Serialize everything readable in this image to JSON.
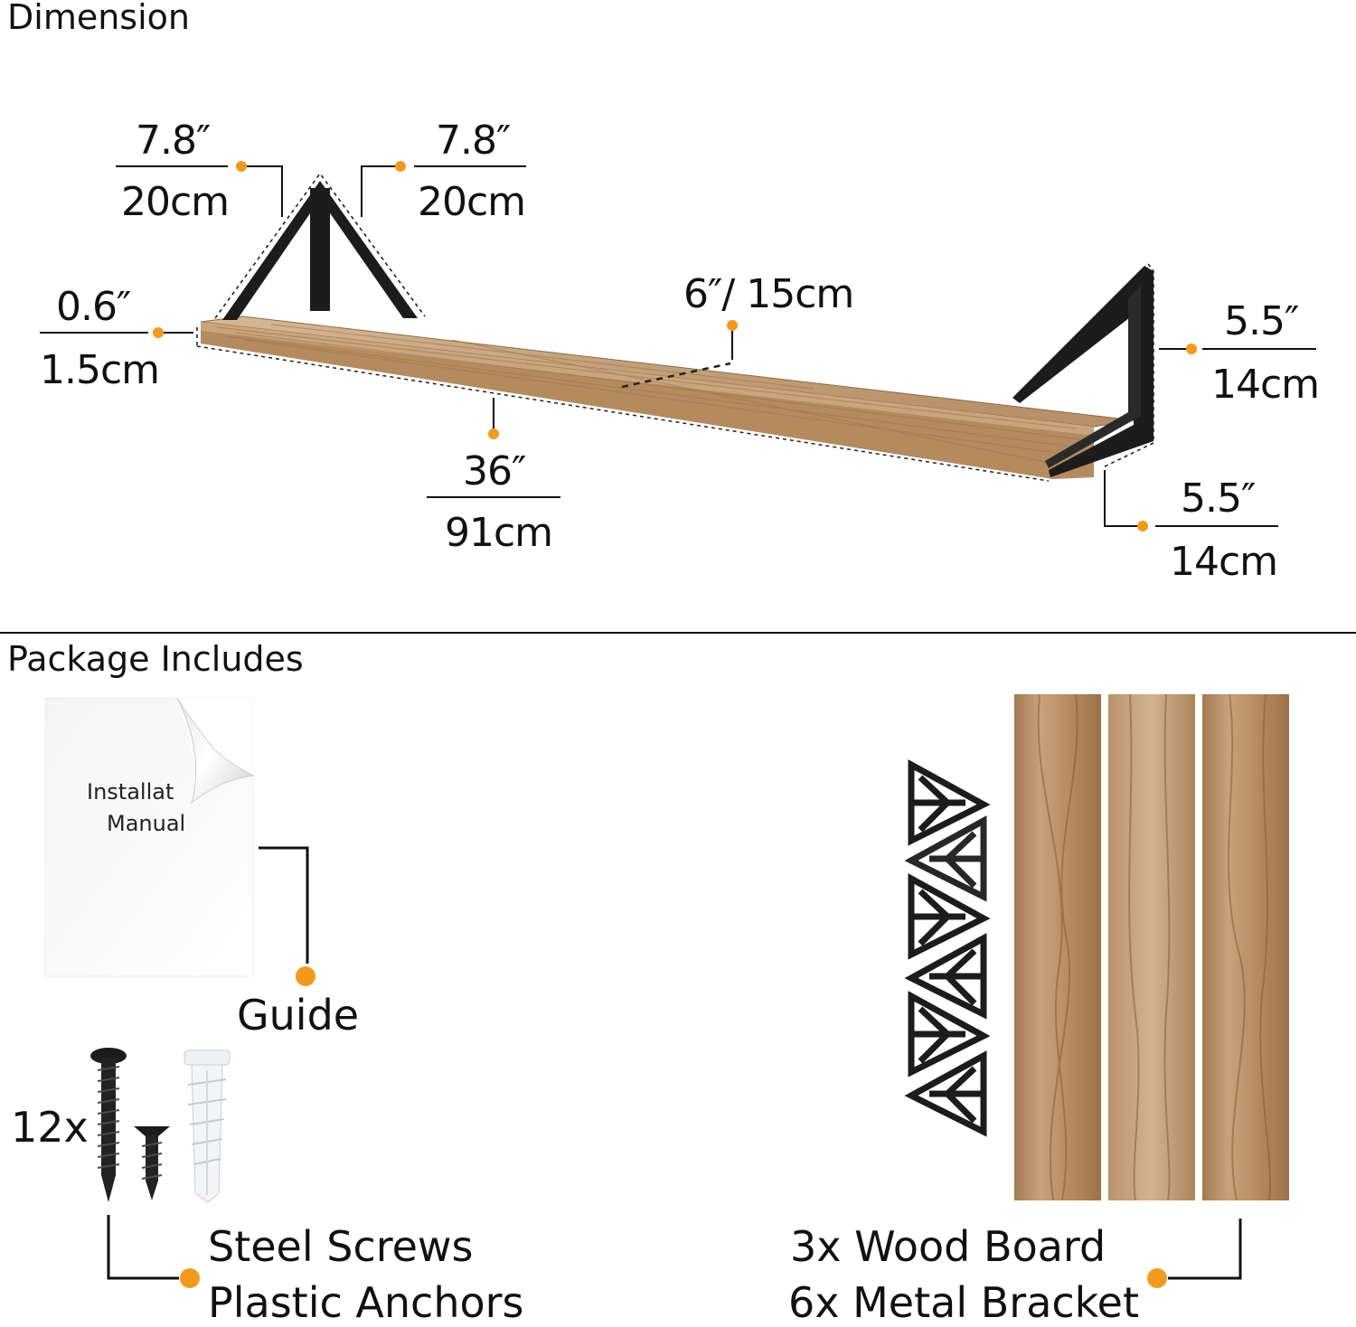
{
  "sections": {
    "dimension_title": "Dimension",
    "package_title": "Package Includes"
  },
  "dimensions": {
    "left_bracket_side_a": {
      "inch": "7.8″",
      "cm": "20cm"
    },
    "left_bracket_side_b": {
      "inch": "7.8″",
      "cm": "20cm"
    },
    "thickness": {
      "inch": "0.6″",
      "cm": "1.5cm"
    },
    "depth": "6″/ 15cm",
    "length": {
      "inch": "36″",
      "cm": "91cm"
    },
    "right_bracket_height": {
      "inch": "5.5″",
      "cm": "14cm"
    },
    "right_bracket_depth": {
      "inch": "5.5″",
      "cm": "14cm"
    }
  },
  "package": {
    "manual_line1": "Installat",
    "manual_line2": "Manual",
    "guide_label": "Guide",
    "screws_count": "12x",
    "screws_label_line1": "Steel Screws",
    "screws_label_line2": "Plastic Anchors",
    "boards_label": "3x Wood Board",
    "brackets_label": "6x Metal Bracket"
  },
  "colors": {
    "accent_dot": "#f39a1e",
    "wood_light": "#c9a57e",
    "wood_dark": "#8f6a45",
    "bracket": "#1c1c1c"
  }
}
